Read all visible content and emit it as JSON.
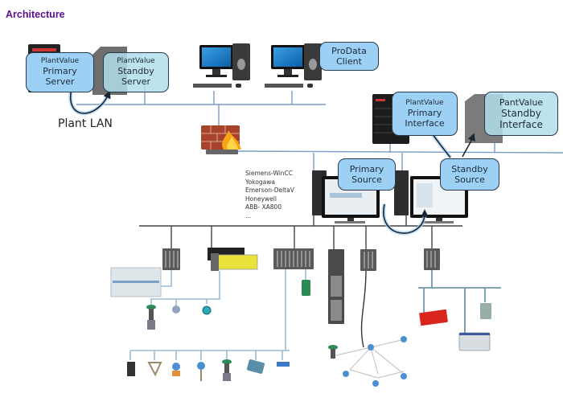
{
  "title": "Architecture",
  "labels": {
    "primary_server": {
      "line1": "PlantValue",
      "line2": "Primary",
      "line3": "Server"
    },
    "standby_server": {
      "line1": "PlantValue",
      "line2": "Standby",
      "line3": "Server"
    },
    "prodata_client": {
      "line1": "ProData",
      "line2": "Client"
    },
    "primary_interface": {
      "line1": "PlantValue",
      "line2": "Primary",
      "line3": "Interface"
    },
    "standby_interface": {
      "line1": "PantValue",
      "line2": "Standby",
      "line3": "Interface"
    },
    "primary_source": {
      "line1": "Primary",
      "line2": "Source"
    },
    "standby_source": {
      "line1": "Standby",
      "line2": "Source"
    }
  },
  "network_label": "Plant LAN",
  "vendors": [
    "Siemens-WinCC",
    "Yokogawa",
    "Emerson-DeltaV",
    "Honeywell",
    "ABB- XA800",
    "..."
  ],
  "colors": {
    "title": "#5a0f8c",
    "primary_box": "#9dd0f5",
    "standby_box": "#b2deeb",
    "network_line": "#7a9cc6",
    "control_bus": "#444444",
    "field_line": "#9bbbd8"
  }
}
